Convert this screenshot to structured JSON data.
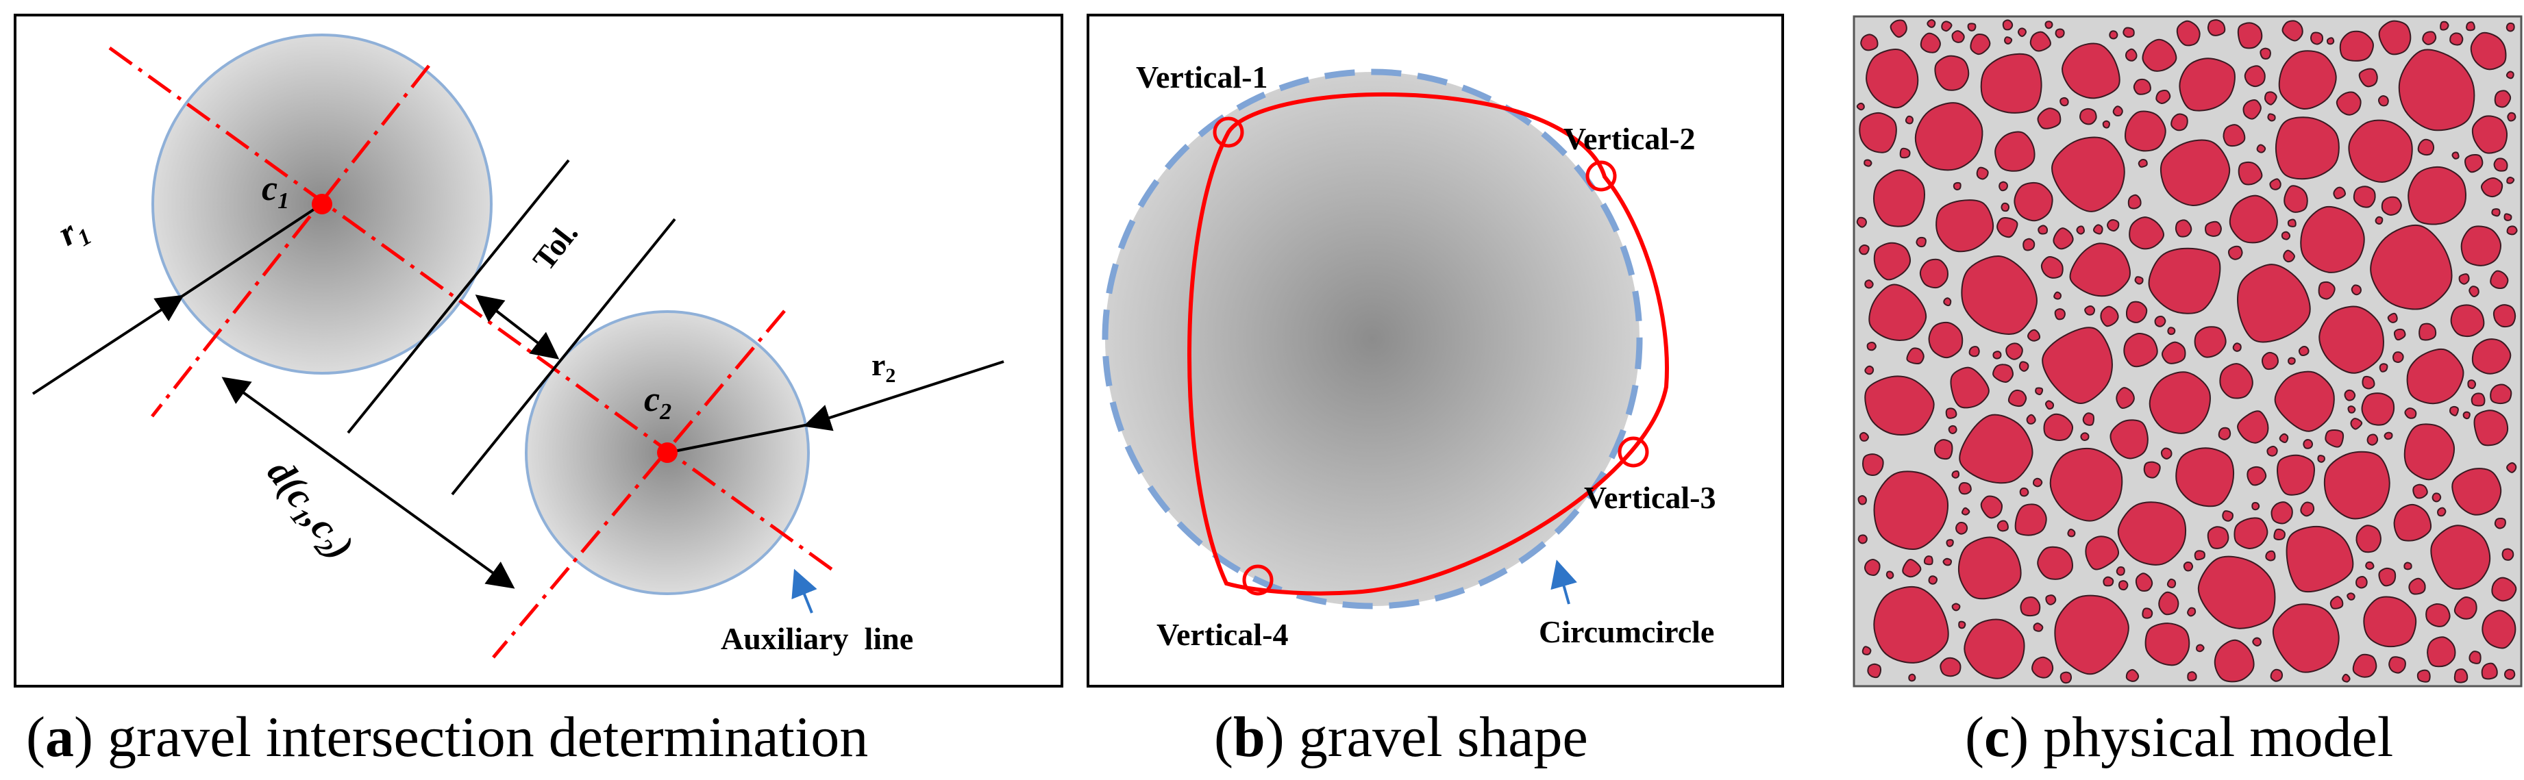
{
  "panel_a": {
    "caption_letter": "a",
    "caption_text": "gravel intersection determination",
    "label_c1": "c",
    "label_c1_sub": "1",
    "label_c2": "c",
    "label_c2_sub": "2",
    "label_r1": "r",
    "label_r1_sub": "1",
    "label_r2": "r",
    "label_r2_sub": "2",
    "label_tol": "Tol.",
    "label_distance": "d(c",
    "label_distance_sub1": "1",
    "label_distance_mid": ",c",
    "label_distance_sub2": "2",
    "label_distance_end": ")",
    "label_auxiliary": "Auxiliary  line"
  },
  "panel_b": {
    "caption_letter": "b",
    "caption_text": "gravel shape",
    "vertices": [
      "Vertical-1",
      "Vertical-2",
      "Vertical-3",
      "Vertical-4"
    ],
    "label_circumcircle": "Circumcircle"
  },
  "panel_c": {
    "caption_letter": "c",
    "caption_text": "physical model"
  },
  "colors": {
    "gravel_fill": "#d6304f",
    "matrix_fill": "#d4d4d4",
    "red_line": "#ff0000",
    "circle_edge": "#8fb0d8",
    "aux_arrow": "#2e75c8",
    "circumcircle_dash": "#7fa4d6"
  }
}
